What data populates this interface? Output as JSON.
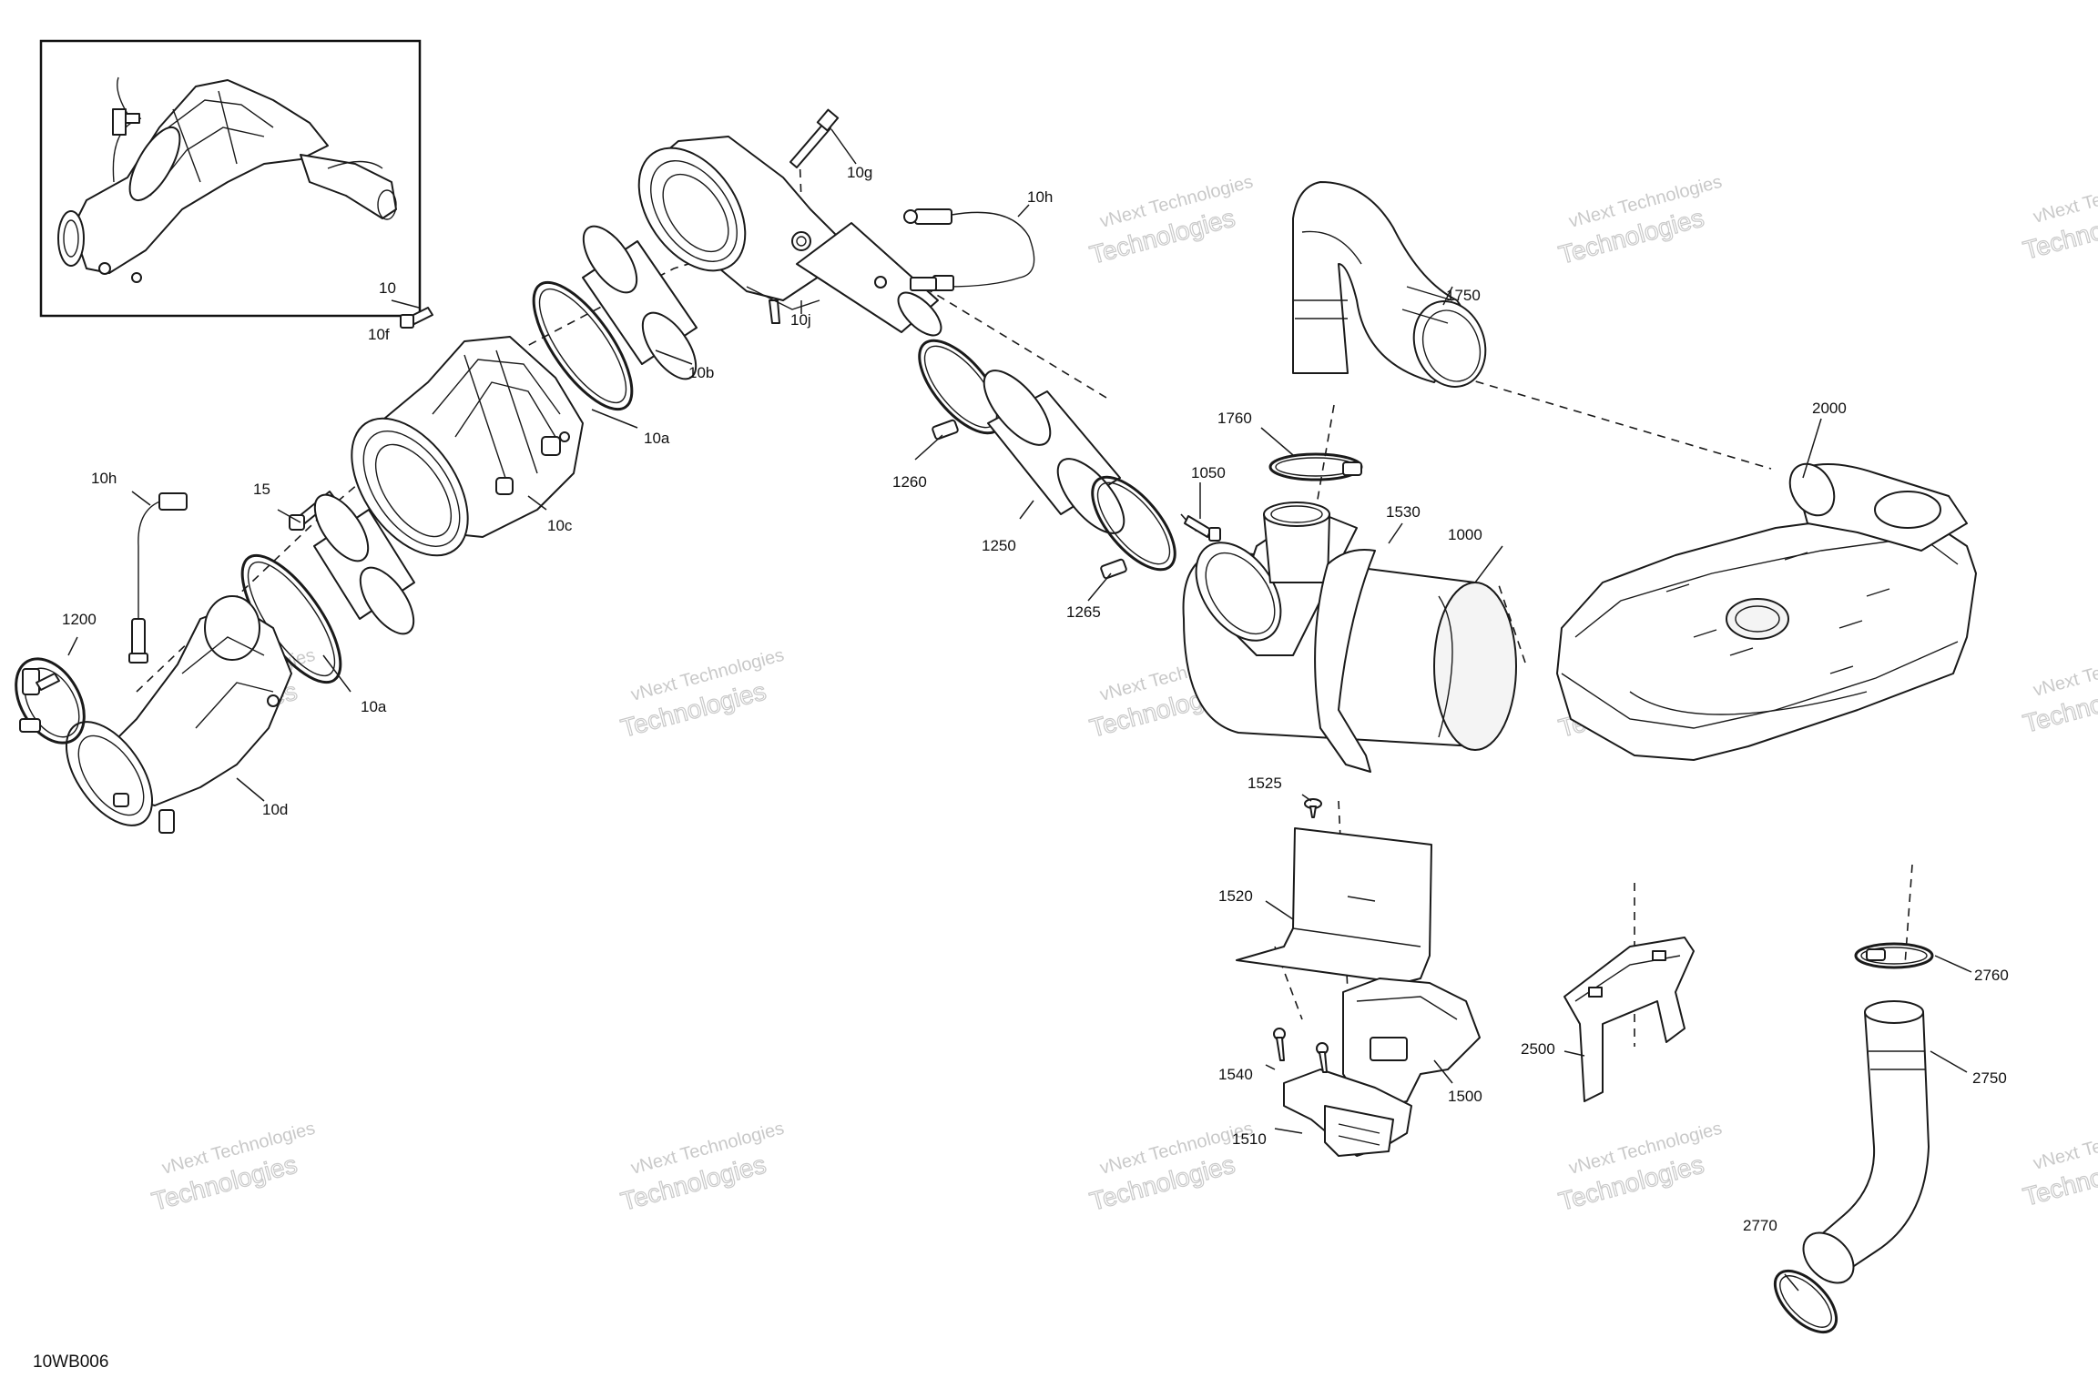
{
  "diagram_code": "10WB006",
  "inset_label": "10",
  "watermark": {
    "line1": "vNext Technologies",
    "line2": "Technologies"
  },
  "labels": {
    "l10g": "10g",
    "l10h_top": "10h",
    "l10f": "10f",
    "l10b": "10b",
    "l10j": "10j",
    "l10a_top": "10a",
    "l10c": "10c",
    "l10h_left": "10h",
    "l15": "15",
    "l1200": "1200",
    "l10a_bot": "10a",
    "l10d": "10d",
    "l1260": "1260",
    "l1250": "1250",
    "l1265": "1265",
    "l1750": "1750",
    "l1760": "1760",
    "l1050": "1050",
    "l1530": "1530",
    "l1000": "1000",
    "l2000": "2000",
    "l1525": "1525",
    "l1520": "1520",
    "l1540": "1540",
    "l1500": "1500",
    "l1510": "1510",
    "l2500": "2500",
    "l2760": "2760",
    "l2750": "2750",
    "l2770": "2770"
  }
}
